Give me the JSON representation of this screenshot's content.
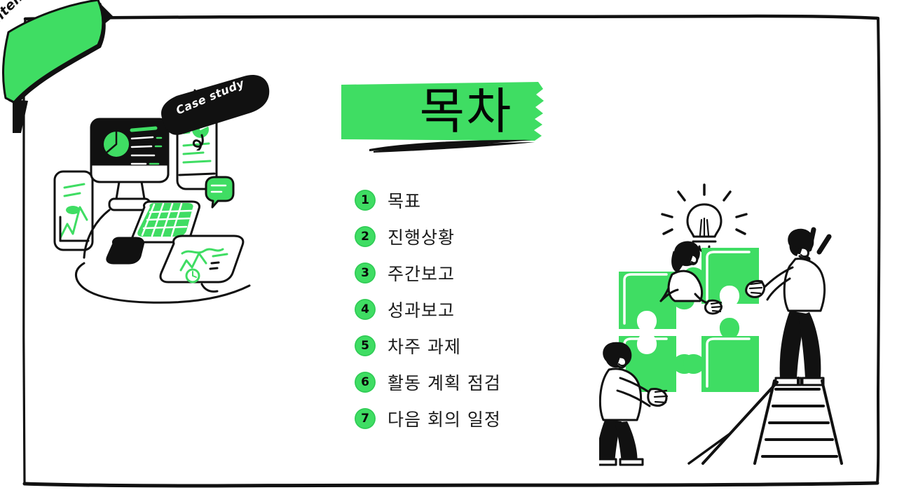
{
  "slide": {
    "corner_ribbon_label": "Contents",
    "title": "목차",
    "background_color": "#ffffff",
    "accent_green": "#3fdd63",
    "ink_black": "#111111"
  },
  "contents": {
    "items": [
      {
        "number": "1",
        "label": "목표"
      },
      {
        "number": "2",
        "label": "진행상황"
      },
      {
        "number": "3",
        "label": "주간보고"
      },
      {
        "number": "4",
        "label": "성과보고"
      },
      {
        "number": "5",
        "label": "차주 과제"
      },
      {
        "number": "6",
        "label": "활동 계획 점검"
      },
      {
        "number": "7",
        "label": "다음 회의 일정"
      }
    ]
  },
  "illustrations": {
    "left": {
      "name": "desk-workspace-illustration",
      "callout_label": "Case study"
    },
    "right": {
      "name": "teamwork-puzzle-illustration"
    }
  }
}
